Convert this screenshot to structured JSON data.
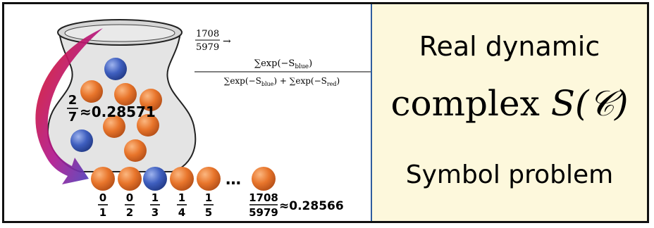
{
  "formula": {
    "lhs_num": "1708",
    "lhs_den": "5979",
    "arrow": "→",
    "num": "∑exp(−S",
    "num_sub": "blue",
    "num_end": ")",
    "den_a": "∑exp(−S",
    "den_a_sub": "blue",
    "den_mid": ") + ∑exp(−S",
    "den_b_sub": "red",
    "den_end": ")"
  },
  "jar_label": {
    "num": "2",
    "den": "7",
    "approx": "≈0.28571"
  },
  "sequence": {
    "ellipsis": "…",
    "fractions": [
      {
        "num": "0",
        "den": "1"
      },
      {
        "num": "0",
        "den": "2"
      },
      {
        "num": "1",
        "den": "3"
      },
      {
        "num": "1",
        "den": "4"
      },
      {
        "num": "1",
        "den": "5"
      }
    ],
    "last_num": "1708",
    "last_den": "5979",
    "last_approx": "≈0.28566"
  },
  "right_panel": {
    "line1": "Real dynamic",
    "line2_word": "complex",
    "line2_math": "S(𝒞)",
    "line3": "Symbol problem"
  },
  "colors": {
    "orange": "#e8752b",
    "blue": "#3f5fbf",
    "jar_fill": "#e4e4e4",
    "panel_bg": "#fdf8dc",
    "divider": "#2f5d9e"
  }
}
